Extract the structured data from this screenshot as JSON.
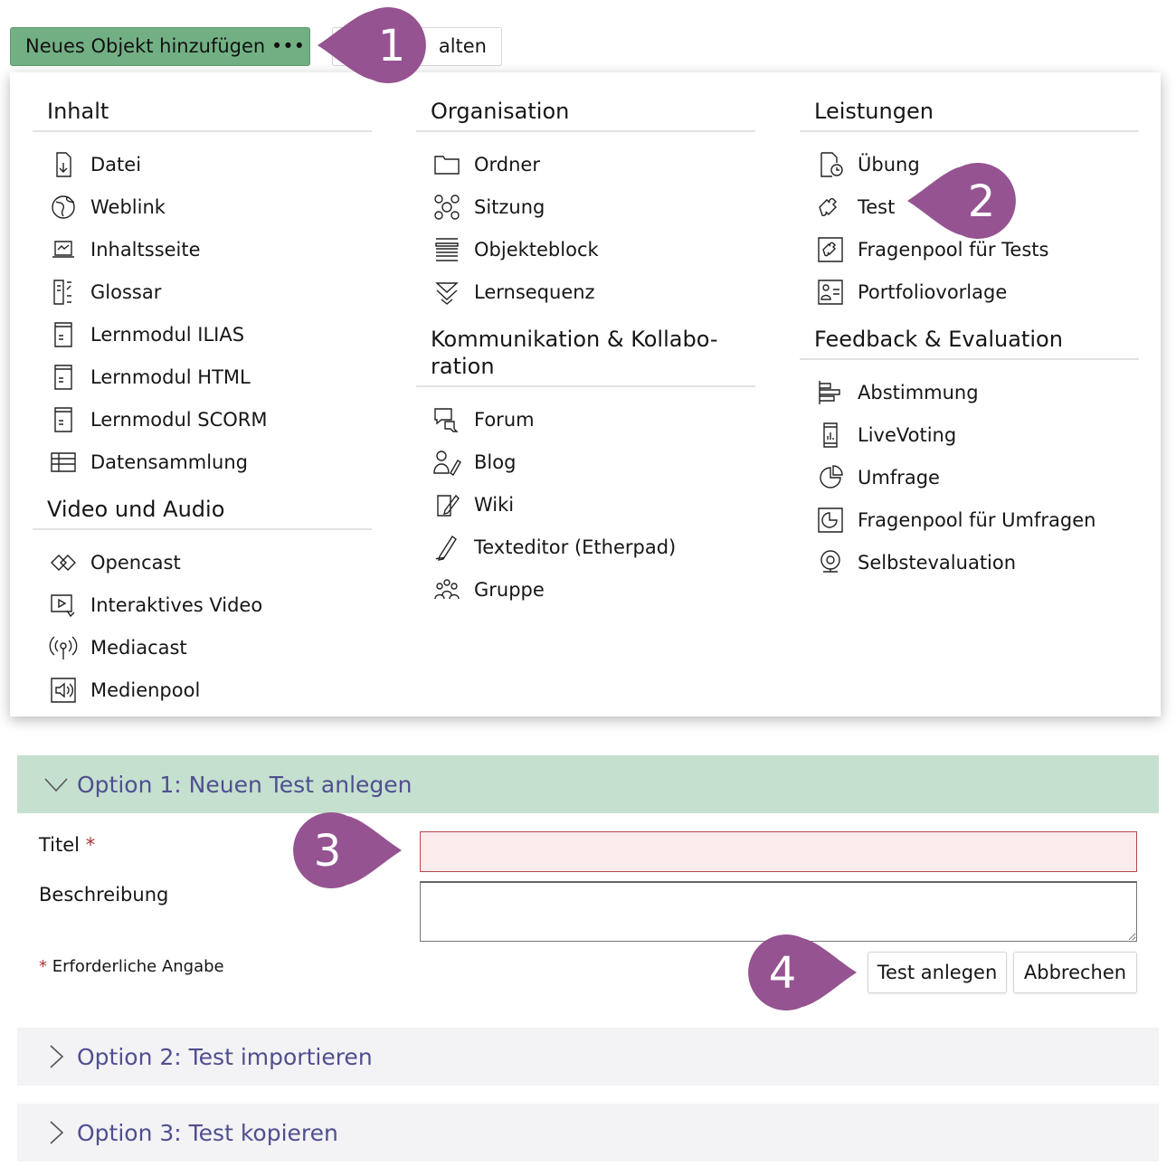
{
  "toolbar": {
    "add_label": "Neues Objekt hinzufügen •••",
    "second_label": "alten"
  },
  "menu": {
    "columns": [
      {
        "groups": [
          {
            "title": "Inhalt",
            "items": [
              {
                "label": "Datei",
                "icon": "file-download-icon"
              },
              {
                "label": "Weblink",
                "icon": "globe-icon"
              },
              {
                "label": "Inhaltsseite",
                "icon": "page-icon"
              },
              {
                "label": "Glossar",
                "icon": "glossary-icon"
              },
              {
                "label": "Lernmodul ILIAS",
                "icon": "module-icon"
              },
              {
                "label": "Lernmodul HTML",
                "icon": "module-icon"
              },
              {
                "label": "Lernmodul SCORM",
                "icon": "module-icon"
              },
              {
                "label": "Datensammlung",
                "icon": "table-icon"
              }
            ]
          },
          {
            "title": "Video und Audio",
            "items": [
              {
                "label": "Opencast",
                "icon": "opencast-icon"
              },
              {
                "label": "Interaktives Video",
                "icon": "video-icon"
              },
              {
                "label": "Mediacast",
                "icon": "broadcast-icon"
              },
              {
                "label": "Medienpool",
                "icon": "speaker-icon"
              }
            ]
          }
        ]
      },
      {
        "groups": [
          {
            "title": "Organisation",
            "items": [
              {
                "label": "Ordner",
                "icon": "folder-icon"
              },
              {
                "label": "Sitzung",
                "icon": "session-icon"
              },
              {
                "label": "Objekteblock",
                "icon": "list-icon"
              },
              {
                "label": "Lernsequenz",
                "icon": "sequence-icon"
              }
            ]
          },
          {
            "title": "Kommunikation & Kollabo-\nration",
            "items": [
              {
                "label": "Forum",
                "icon": "forum-icon"
              },
              {
                "label": "Blog",
                "icon": "blog-icon"
              },
              {
                "label": "Wiki",
                "icon": "wiki-icon"
              },
              {
                "label": "Texteditor (Etherpad)",
                "icon": "pen-icon"
              },
              {
                "label": "Gruppe",
                "icon": "group-icon"
              }
            ]
          }
        ]
      },
      {
        "groups": [
          {
            "title": "Leistungen",
            "items": [
              {
                "label": "Übung",
                "icon": "exercise-icon"
              },
              {
                "label": "Test",
                "icon": "puzzle-icon"
              },
              {
                "label": "Fragenpool für Tests",
                "icon": "puzzle-pool-icon"
              },
              {
                "label": "Portfoliovorlage",
                "icon": "portfolio-icon"
              }
            ]
          },
          {
            "title": "Feedback & Evaluation",
            "items": [
              {
                "label": "Abstimmung",
                "icon": "poll-icon"
              },
              {
                "label": "LiveVoting",
                "icon": "phone-chart-icon"
              },
              {
                "label": "Umfrage",
                "icon": "pie-icon"
              },
              {
                "label": "Fragenpool für Umfragen",
                "icon": "pie-pool-icon"
              },
              {
                "label": "Selbstevaluation",
                "icon": "eye-icon"
              }
            ]
          }
        ]
      }
    ]
  },
  "form": {
    "option1": "Option 1: Neuen Test anlegen",
    "title_label": "Titel",
    "required_mark": "*",
    "title_value": "",
    "description_label": "Beschreibung",
    "description_value": "",
    "required_note": "Erforderliche Angabe",
    "submit": "Test anlegen",
    "cancel": "Abbrechen",
    "option2": "Option 2: Test importieren",
    "option3": "Option 3: Test kopieren"
  },
  "markers": [
    "1",
    "2",
    "3",
    "4"
  ],
  "colors": {
    "marker": "#955391",
    "primary": "#72b084",
    "section_active": "#c5e0cf",
    "section_title": "#4f4f8f",
    "error_bg": "#fbebeb"
  }
}
